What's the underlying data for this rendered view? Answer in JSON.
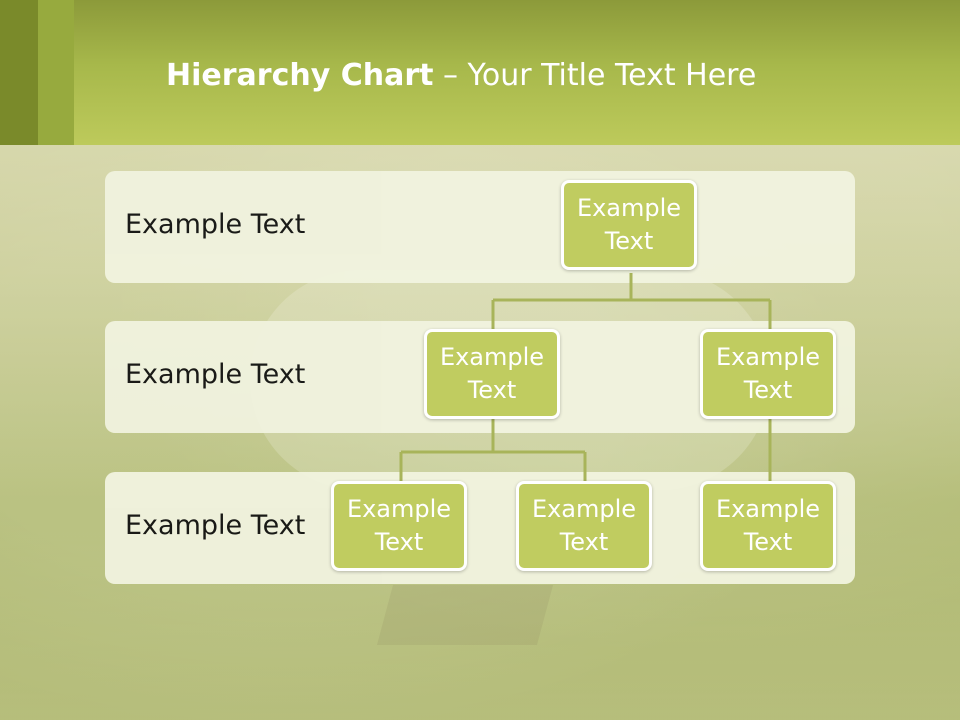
{
  "header": {
    "title_bold": "Hierarchy Chart",
    "title_rest": " – Your Title Text Here"
  },
  "rows": [
    {
      "label": "Example Text"
    },
    {
      "label": "Example Text"
    },
    {
      "label": "Example Text"
    }
  ],
  "nodes": {
    "root": "Example Text",
    "level2_left": "Example Text",
    "level2_right": "Example Text",
    "level3_a": "Example Text",
    "level3_b": "Example Text",
    "level3_c": "Example Text"
  },
  "colors": {
    "node_fill": "#c0cc60",
    "connector": "#a8b45a",
    "row_fill": "#f1f3df",
    "header": "#bdca5b"
  }
}
